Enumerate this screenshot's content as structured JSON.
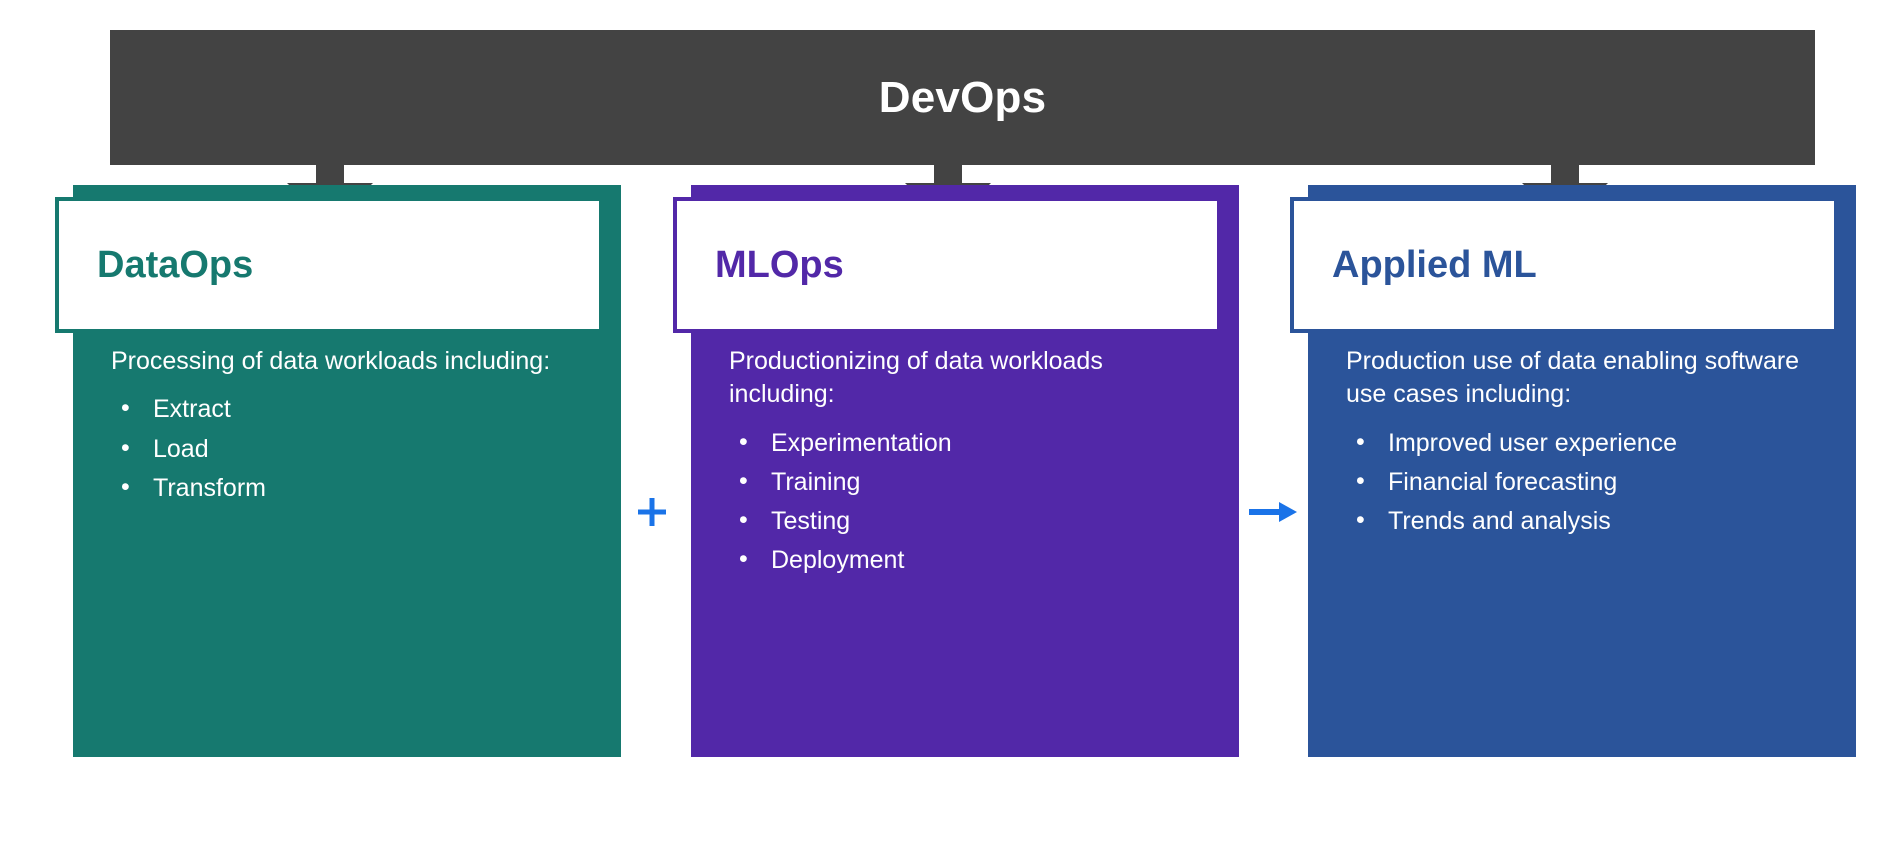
{
  "diagram": {
    "top": {
      "label": "DevOps",
      "bg_color": "#434343",
      "text_color": "#ffffff"
    },
    "arrows": {
      "down_arrow_icon": "arrow-down-icon",
      "down_arrow_color": "#434343",
      "plus_icon": "plus-icon",
      "plus_label": "+",
      "right_arrow_icon": "arrow-right-icon",
      "connector_color": "#1a73e8"
    },
    "pillars": [
      {
        "key": "dataops",
        "title": "DataOps",
        "color": "#16796F",
        "lead": "Processing of data workloads including:",
        "items": [
          "Extract",
          "Load",
          "Transform"
        ]
      },
      {
        "key": "mlops",
        "title": "MLOps",
        "color": "#5228A8",
        "lead": "Productionizing of data workloads including:",
        "items": [
          "Experimentation",
          "Training",
          "Testing",
          "Deployment"
        ]
      },
      {
        "key": "appliedml",
        "title": "Applied ML",
        "color": "#2B549A",
        "lead": "Production use of data enabling software use cases including:",
        "items": [
          "Improved user experience",
          "Financial forecasting",
          "Trends and analysis"
        ]
      }
    ]
  }
}
